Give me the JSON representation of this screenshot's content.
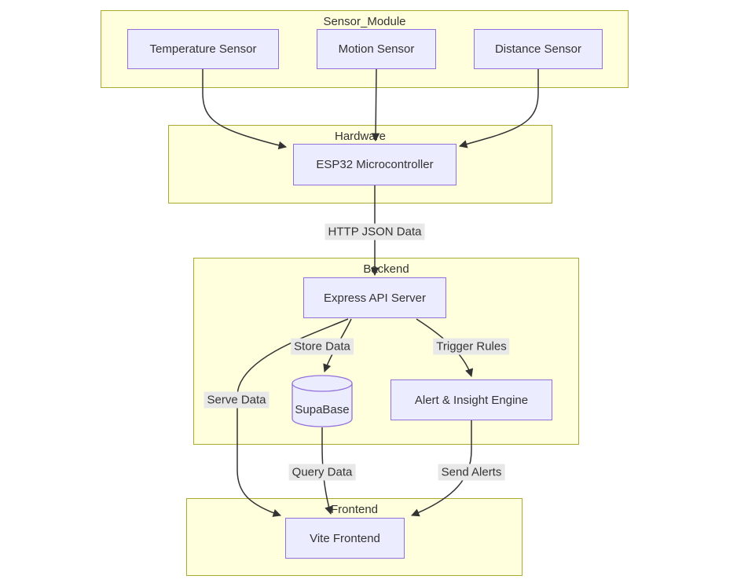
{
  "diagram": {
    "type": "flowchart",
    "direction": "top-down",
    "subgraphs": {
      "sensor_module": {
        "title": "Sensor_Module"
      },
      "hardware": {
        "title": "Hardware"
      },
      "backend": {
        "title": "Backend"
      },
      "frontend": {
        "title": "Frontend"
      }
    },
    "nodes": {
      "temperature_sensor": {
        "label": "Temperature Sensor",
        "shape": "rect"
      },
      "motion_sensor": {
        "label": "Motion Sensor",
        "shape": "rect"
      },
      "distance_sensor": {
        "label": "Distance Sensor",
        "shape": "rect"
      },
      "esp32": {
        "label": "ESP32 Microcontroller",
        "shape": "rect"
      },
      "express_api": {
        "label": "Express API Server",
        "shape": "rect"
      },
      "supabase": {
        "label": "SupaBase",
        "shape": "cylinder"
      },
      "alert_engine": {
        "label": "Alert & Insight Engine",
        "shape": "rect"
      },
      "vite_frontend": {
        "label": "Vite Frontend",
        "shape": "rect"
      }
    },
    "edges": [
      {
        "from": "temperature_sensor",
        "to": "esp32",
        "label": ""
      },
      {
        "from": "motion_sensor",
        "to": "esp32",
        "label": ""
      },
      {
        "from": "distance_sensor",
        "to": "esp32",
        "label": ""
      },
      {
        "from": "esp32",
        "to": "express_api",
        "label": "HTTP JSON Data"
      },
      {
        "from": "express_api",
        "to": "supabase",
        "label": "Store Data"
      },
      {
        "from": "express_api",
        "to": "alert_engine",
        "label": "Trigger Rules"
      },
      {
        "from": "express_api",
        "to": "vite_frontend",
        "label": "Serve Data"
      },
      {
        "from": "supabase",
        "to": "vite_frontend",
        "label": "Query Data"
      },
      {
        "from": "alert_engine",
        "to": "vite_frontend",
        "label": "Send Alerts"
      }
    ],
    "edge_labels": {
      "http_json_data": "HTTP JSON Data",
      "store_data": "Store Data",
      "trigger_rules": "Trigger Rules",
      "serve_data": "Serve Data",
      "query_data": "Query Data",
      "send_alerts": "Send Alerts"
    },
    "colors": {
      "node_fill": "#ECECFF",
      "node_border": "#9370DB",
      "cluster_fill": "#FFFFDE",
      "cluster_border": "#AAAA33",
      "edge_stroke": "#333333",
      "edge_label_bg": "#E8E8E8",
      "text": "#333333"
    }
  }
}
